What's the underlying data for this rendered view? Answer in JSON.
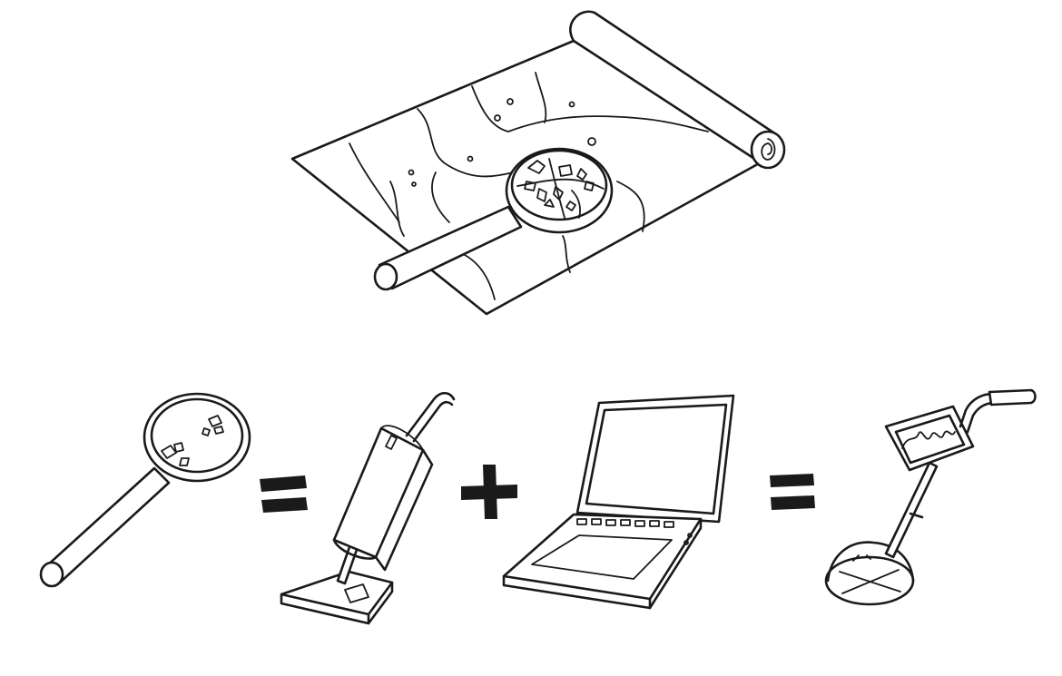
{
  "illustration": {
    "equation": [
      "magnifying-glass",
      "equals",
      "vacuum-cleaner",
      "plus",
      "laptop",
      "equals",
      "metal-detector"
    ]
  },
  "colors": {
    "ink": "#1a1a1a",
    "paper": "#ffffff"
  }
}
